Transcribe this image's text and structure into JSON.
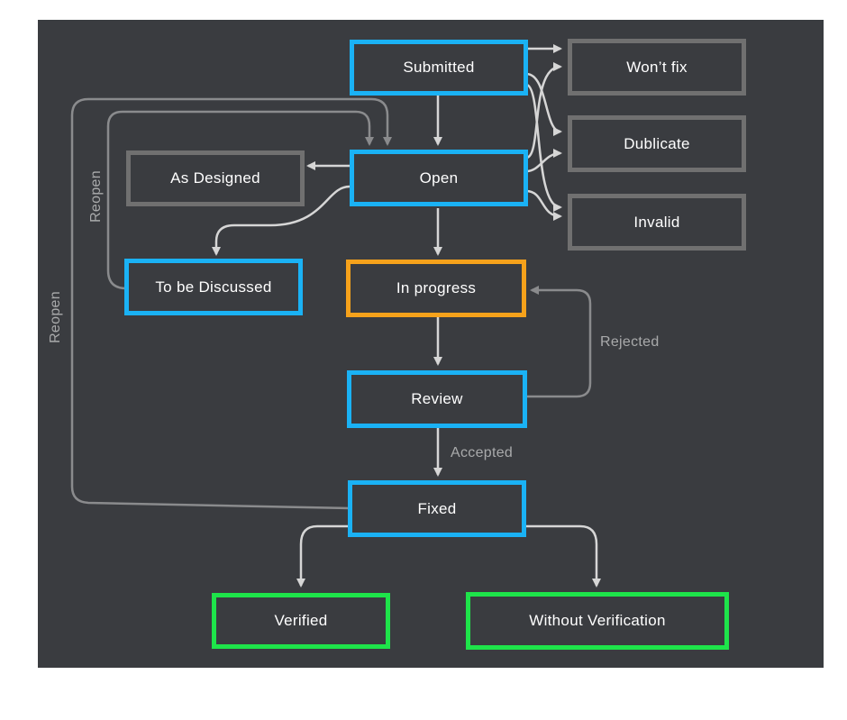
{
  "colors": {
    "background": "#3a3c40",
    "open_state": "#1ab2f5",
    "in_progress_state": "#f6a21b",
    "final_state": "#1ee44a",
    "closed_state": "#707070",
    "arrow_white": "#d6d6d6",
    "arrow_gray": "#8a8b8d"
  },
  "states": {
    "submitted": "Submitted",
    "wont_fix": "Won’t fix",
    "dublicate": "Dublicate",
    "invalid": "Invalid",
    "open": "Open",
    "as_designed": "As Designed",
    "to_be_discussed": "To be Discussed",
    "in_progress": "In progress",
    "review": "Review",
    "fixed": "Fixed",
    "verified": "Verified",
    "without_verification": "Without Verification"
  },
  "transitions": {
    "reopen_discussed": "Reopen",
    "reopen_fixed": "Reopen",
    "rejected": "Rejected",
    "accepted": "Accepted"
  }
}
